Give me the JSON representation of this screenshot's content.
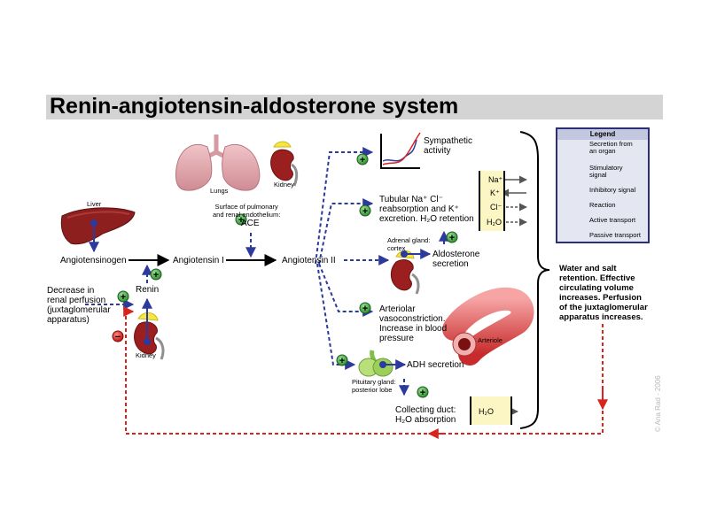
{
  "title": "Renin-angiotensin-aldosterone system",
  "labels": {
    "liver": "Liver",
    "lungs": "Lungs",
    "kidney_top": "Kidney",
    "kidney_bottom": "Kidney",
    "surface_line1": "Surface of pulmonary",
    "surface_line2": "and renal endothelium:",
    "ace": "ACE",
    "angiotensinogen": "Angiotensinogen",
    "angiotensin1": "Angiotensin I",
    "angiotensin2": "Angiotensin II",
    "renin": "Renin",
    "decrease_line1": "Decrease in",
    "decrease_line2": "renal perfusion",
    "decrease_line3": "(juxtaglomerular",
    "decrease_line4": "apparatus)",
    "sympathetic_line1": "Sympathetic",
    "sympathetic_line2": "activity",
    "tubular_line1": "Tubular Na⁺ Cl⁻",
    "tubular_line2": "reabsorption and K⁺",
    "tubular_line3": "excretion. H₂O retention",
    "adrenal_line1": "Adrenal gland:",
    "adrenal_line2": "cortex",
    "aldosterone_line1": "Aldosterone",
    "aldosterone_line2": "secretion",
    "arteriolar_line1": "Arteriolar",
    "arteriolar_line2": "vasoconstriction.",
    "arteriolar_line3": "Increase in blood",
    "arteriolar_line4": "pressure",
    "arteriole": "Arteriole",
    "pituitary_line1": "Pituitary gland:",
    "pituitary_line2": "posterior lobe",
    "adh": "ADH secretion",
    "collecting_line1": "Collecting duct:",
    "collecting_line2": "H₂O absorption",
    "water_line1": "Water and salt",
    "water_line2": "retention. Effective",
    "water_line3": "circulating volume",
    "water_line4": "increases. Perfusion",
    "water_line5": "of the juxtaglomerular",
    "water_line6": "apparatus increases."
  },
  "ions": [
    "Na⁺",
    "K⁺",
    "Cl⁻",
    "H₂O"
  ],
  "h2o": "H₂O",
  "legend": {
    "title": "Legend",
    "items": [
      {
        "label1": "Secretion from",
        "label2": "an organ"
      },
      {
        "label1": "Stimulatory",
        "label2": "signal"
      },
      {
        "label1": "Inhibitory signal",
        "label2": ""
      },
      {
        "label1": "Reaction",
        "label2": ""
      },
      {
        "label1": "Active transport",
        "label2": ""
      },
      {
        "label1": "Passive transport",
        "label2": ""
      }
    ]
  },
  "signs": {
    "plus": "+",
    "minus": "−"
  },
  "copyright": "© Ana Rad - 2006",
  "colors": {
    "blue": "#2b3a9c",
    "red": "#d9231f",
    "green": "#3fae3f",
    "organ_red": "#9b1f1f",
    "lung_pink": "#e3a8ae",
    "yellow": "#f5e642",
    "ion_box": "#fbf6c4"
  }
}
